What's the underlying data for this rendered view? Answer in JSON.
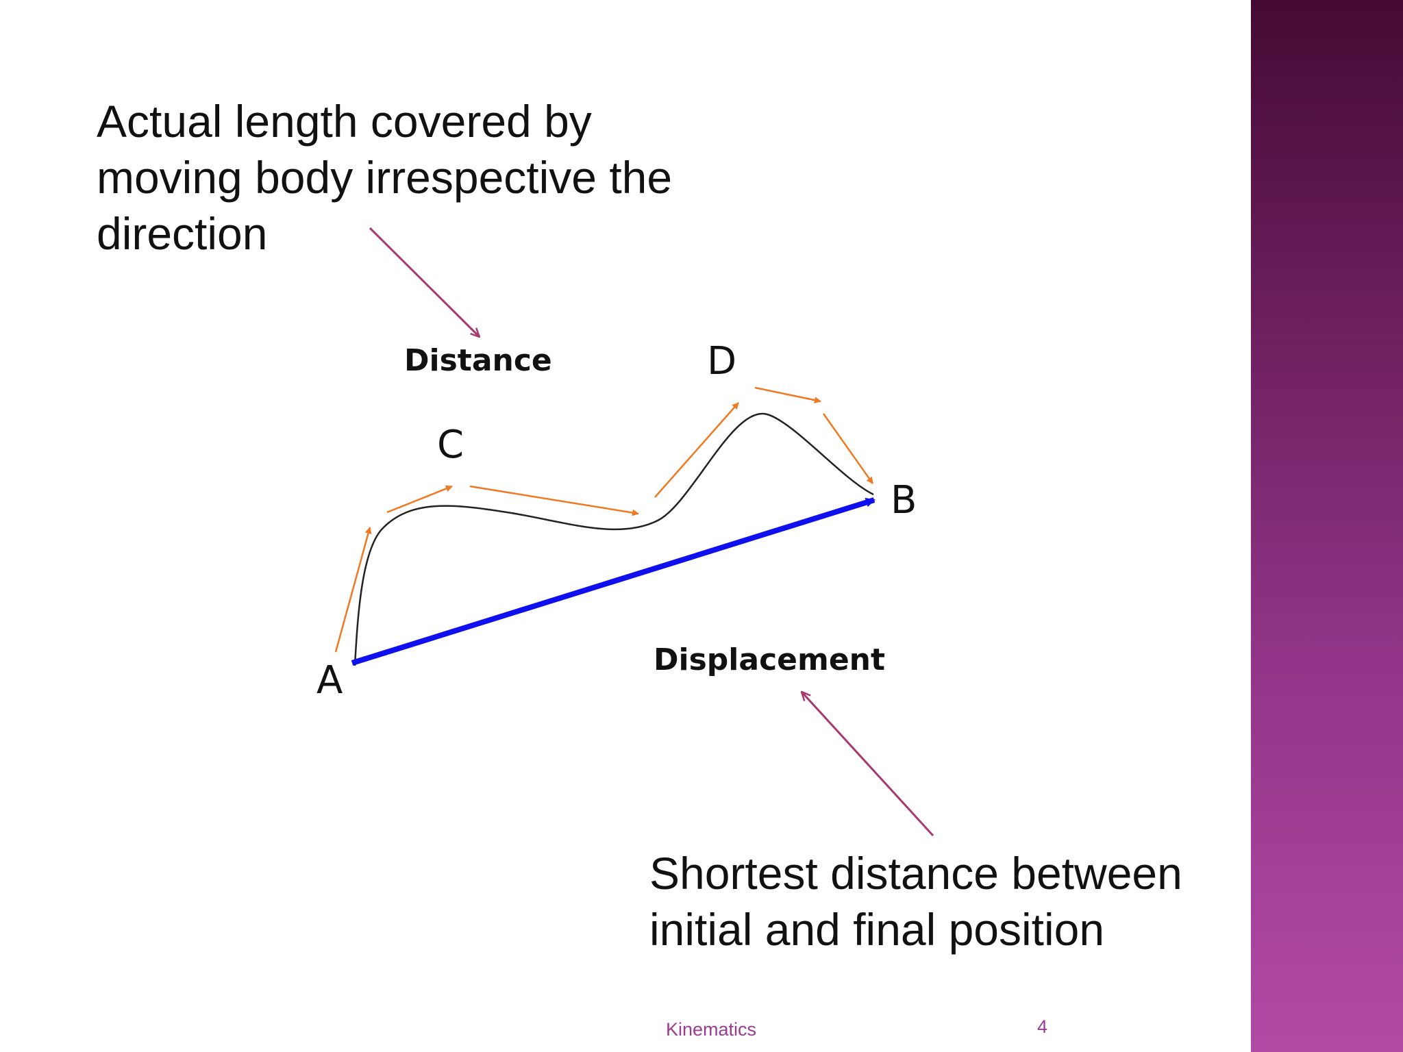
{
  "slide": {
    "top_text_lines": [
      "Actual length covered by",
      "moving body irrespective the",
      "direction"
    ],
    "bottom_text_lines": [
      "Shortest distance between",
      "initial and final position"
    ],
    "footer_title": "Kinematics",
    "page_number": "4"
  },
  "diagram": {
    "label_distance": "Distance",
    "label_displacement": "Displacement",
    "points": {
      "a": "A",
      "b": "B",
      "c": "C",
      "d": "D"
    }
  },
  "colors": {
    "path_arrows": "#f07820",
    "displacement_arrow": "#1010ee",
    "pointer_arrows": "#a8386e",
    "sidebar_top": "#440a34",
    "sidebar_bottom": "#b24aa5"
  }
}
